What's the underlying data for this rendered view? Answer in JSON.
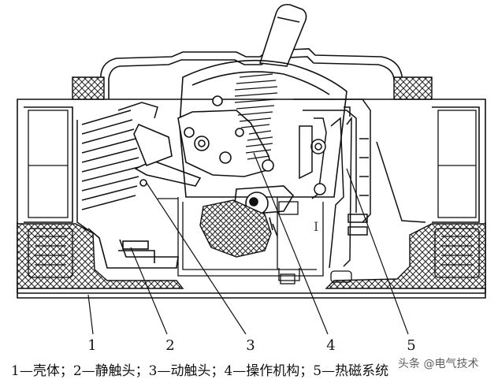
{
  "diagram": {
    "callouts": [
      "1",
      "2",
      "3",
      "4",
      "5"
    ]
  },
  "legend_text": "1—壳体；2—静触头；3—动触头；4—操作机构；5—热磁系统",
  "watermark_text": "头条 @电气技术",
  "cursor_glyph": "I"
}
